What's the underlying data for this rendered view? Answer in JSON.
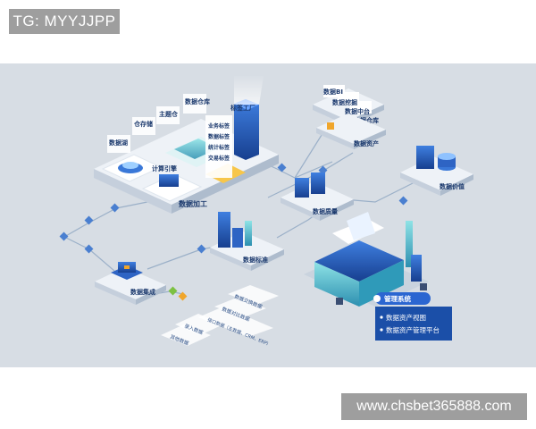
{
  "watermark": {
    "top": "TG: MYYJJPP",
    "bottom": "www.chsbet365888.com"
  },
  "colors": {
    "background": "#d7dde4",
    "platform": "#ffffff",
    "accent": "#1f5fc9",
    "line": "#9bb0c8",
    "panel": "#1b4fa8"
  },
  "nodes": {
    "data_processing": "数据加工",
    "data_lake": "数据湖",
    "compute_engine": "计算引擎",
    "storage": "仓存储",
    "subject_warehouse": "主题仓",
    "data_warehouse": "数据仓库",
    "label_factory": "标签工厂",
    "business_tags": [
      "业务标签",
      "数据标签",
      "统计标签",
      "交易标签"
    ],
    "bi_layer": [
      "数据BI",
      "数据挖掘",
      "数据中台",
      "数据仓库"
    ],
    "data_assets": "数据资产",
    "data_value": "数据价值",
    "data_quality": "数据质量",
    "data_standard": "数据标准",
    "data_integration": "数据集成",
    "sources": [
      "数据交换数据",
      "数据对比数据",
      "接口数据（主数据、CRM、ERP）",
      "录入数据",
      "其他数据"
    ]
  },
  "management": {
    "title": "管理系统",
    "items": [
      "数据资产视图",
      "数据资产管理平台"
    ]
  }
}
